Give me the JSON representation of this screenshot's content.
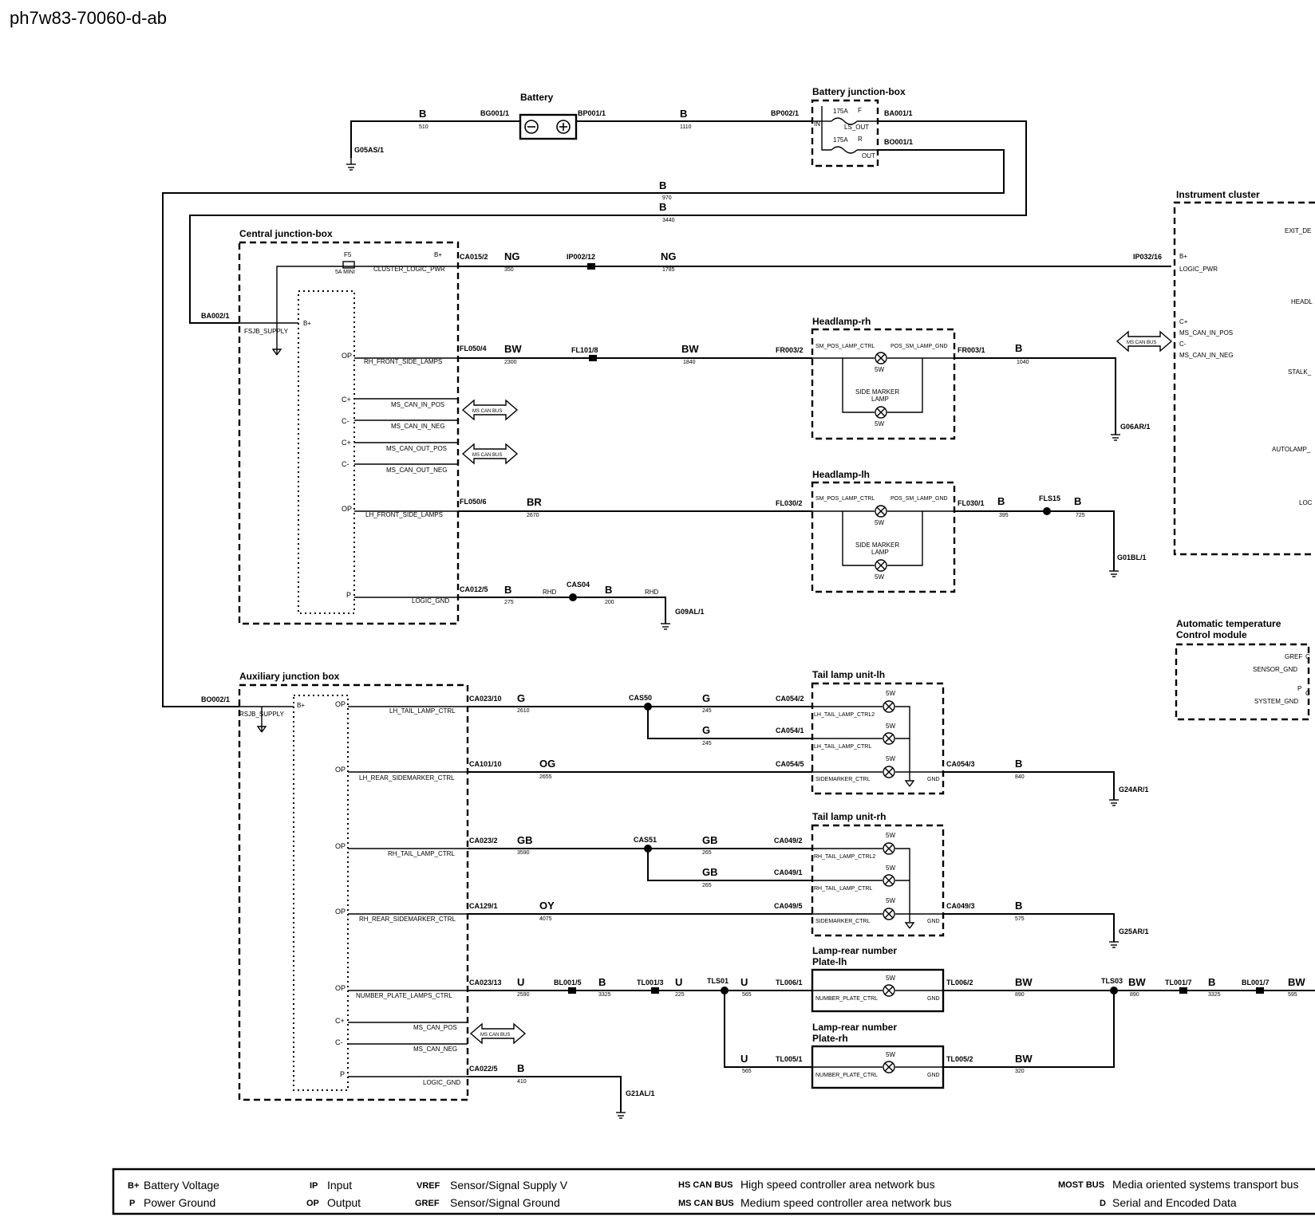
{
  "doc_id": "ph7w83-70060-d-ab",
  "components": {
    "battery": "Battery",
    "battery_jb": "Battery junction-box",
    "central_jb": "Central junction-box",
    "aux_jb": "Auxiliary junction box",
    "instrument_cluster": "Instrument cluster",
    "headlamp_rh": "Headlamp-rh",
    "headlamp_lh": "Headlamp-lh",
    "tail_lh": "Tail lamp unit-lh",
    "tail_rh": "Tail lamp unit-rh",
    "plate_lh_1": "Lamp-rear number",
    "plate_lh_2": "Plate-lh",
    "plate_rh_1": "Lamp-rear number",
    "plate_rh_2": "Plate-rh",
    "atcm_1": "Automatic temperature",
    "atcm_2": "Control module"
  },
  "battery_jb": {
    "fuse_rating_1": "175A",
    "fuse_rating_2": "175A",
    "f": "F",
    "r": "R",
    "in": "IN",
    "ls_out": "LS_OUT",
    "out": "OUT"
  },
  "central_jb": {
    "fuse": "F5",
    "fuse_rating": "5A MINI",
    "bplus": "B+",
    "bplus2": "B+",
    "cluster_logic_pwr": "CLUSTER_LOGIC_PWR",
    "fsjb_supply": "FSJB_SUPPLY",
    "op": "OP",
    "op2": "OP",
    "cp1": "C+",
    "cm1": "C-",
    "cp2": "C+",
    "cm2": "C-",
    "p": "P",
    "rh_front_side": "RH_FRONT_SIDE_LAMPS",
    "ms_can_in_pos": "MS_CAN_IN_POS",
    "ms_can_in_neg": "MS_CAN_IN_NEG",
    "ms_can_out_pos": "MS_CAN_OUT_POS",
    "ms_can_out_neg": "MS_CAN_OUT_NEG",
    "lh_front_side": "LH_FRONT_SIDE_LAMPS",
    "logic_gnd": "LOGIC_GND"
  },
  "aux_jb": {
    "rsjb_supply": "RSJB_SUPPLY",
    "bplus": "B+",
    "op1": "OP",
    "op2": "OP",
    "op3": "OP",
    "op4": "OP",
    "op5": "OP",
    "cp": "C+",
    "cm": "C-",
    "p": "P",
    "lh_tail": "LH_TAIL_LAMP_CTRL",
    "lh_rear_sm": "LH_REAR_SIDEMARKER_CTRL",
    "rh_tail": "RH_TAIL_LAMP_CTRL",
    "rh_rear_sm": "RH_REAR_SIDEMARKER_CTRL",
    "number_plate": "NUMBER_PLATE_LAMPS_CTRL",
    "ms_can_pos": "MS_CAN_POS",
    "ms_can_neg": "MS_CAN_NEG",
    "logic_gnd": "LOGIC_GND"
  },
  "cluster": {
    "bplus": "B+",
    "logic_pwr": "LOGIC_PWR",
    "cp": "C+",
    "cm": "C-",
    "ms_can_in_pos": "MS_CAN_IN_POS",
    "ms_can_in_neg": "MS_CAN_IN_NEG",
    "exit_d": "EXIT_DE",
    "headl": "HEADL",
    "stalk": "STALK_",
    "autolamp": "AUTOLAMP_",
    "loc": "LOC"
  },
  "atcm": {
    "gref": "GREF",
    "sensor_gnd": "SENSOR_GND",
    "p": "P",
    "system_gnd": "SYSTEM_GND",
    "c1": "C",
    "c2": "C"
  },
  "headlamp": {
    "sm_pos_ctrl": "SM_POS_LAMP_CTRL",
    "pos_sm_gnd": "POS_SM_LAMP_GND",
    "side_marker": "SIDE MARKER",
    "lamp": "LAMP",
    "watt": "5W",
    "sm_pos_ctrl_lh": "SM_POS_LAMP_CTRL",
    "pos_sm_gnd_lh": "POS_SM_LAMP_GND",
    "side_marker_lh": "SIDE MARKER",
    "lamp_lh": "LAMP",
    "w1": "5W",
    "w2": "5W",
    "w3": "5W",
    "w4": "5W"
  },
  "tail": {
    "lh_ctrl2": "LH_TAIL_LAMP_CTRL2",
    "lh_ctrl": "LH_TAIL_LAMP_CTRL",
    "sm_ctrl_lh": "SIDEMARKER_CTRL",
    "gnd_lh": "GND",
    "rh_ctrl2": "RH_TAIL_LAMP_CTRL2",
    "rh_ctrl": "RH_TAIL_LAMP_CTRL",
    "sm_ctrl_rh": "SIDEMARKER_CTRL",
    "gnd_rh": "GND",
    "w1": "5W",
    "w2": "5W",
    "w3": "5W",
    "w4": "5W",
    "w5": "5W",
    "w6": "5W"
  },
  "plate": {
    "ctrl_lh": "NUMBER_PLATE_CTRL",
    "gnd_lh": "GND",
    "ctrl_rh": "NUMBER_PLATE_CTRL",
    "gnd_rh": "GND",
    "w1": "5W",
    "w2": "5W"
  },
  "can_bus": [
    "MS CAN BUS",
    "MS CAN BUS",
    "MS CAN BUS",
    "MS CAN BUS"
  ],
  "connectors": {
    "bg001": "BG001/1",
    "bp001": "BP001/1",
    "bp002": "BP002/1",
    "ba001": "BA001/1",
    "bo001": "BO001/1",
    "g05as": "G05AS/1",
    "ba002": "BA002/1",
    "bo002": "BO002/1",
    "ca015": "CA015/2",
    "ip002": "IP002/12",
    "ip032": "IP032/16",
    "fl050_4": "FL050/4",
    "fl101": "FL101/8",
    "fr003_2": "FR003/2",
    "fr003_1": "FR003/1",
    "g06ar": "G06AR/1",
    "fl050_6": "FL050/6",
    "fl030_2": "FL030/2",
    "fl030_1": "FL030/1",
    "fls15": "FLS15",
    "g01bl": "G01BL/1",
    "ca012": "CA012/5",
    "cas04": "CAS04",
    "g09al": "G09AL/1",
    "ca023_10": "CA023/10",
    "cas50": "CAS50",
    "ca054_2": "CA054/2",
    "ca054_1": "CA054/1",
    "ca101": "CA101/10",
    "ca054_5": "CA054/5",
    "ca054_3": "CA054/3",
    "g24ar": "G24AR/1",
    "ca023_2": "CA023/2",
    "cas51": "CAS51",
    "ca049_2": "CA049/2",
    "ca049_1": "CA049/1",
    "ca129": "CA129/1",
    "ca049_5": "CA049/5",
    "ca049_3": "CA049/3",
    "g25ar": "G25AR/1",
    "ca023_13": "CA023/13",
    "bl001_5": "BL001/5",
    "tl001_3": "TL001/3",
    "tls01": "TLS01",
    "tl006_1": "TL006/1",
    "tl006_2": "TL006/2",
    "tls03": "TLS03",
    "tl001_7": "TL001/7",
    "bl001_7": "BL001/7",
    "tl005_1": "TL005/1",
    "tl005_2": "TL005/2",
    "ca022": "CA022/5",
    "g21al": "G21AL/1"
  },
  "wires": {
    "b510": {
      "c": "B",
      "n": "510"
    },
    "b1110": {
      "c": "B",
      "n": "1110"
    },
    "b970": {
      "c": "B",
      "n": "970"
    },
    "b3440": {
      "c": "B",
      "n": "3440"
    },
    "ng350": {
      "c": "NG",
      "n": "350"
    },
    "ng1785": {
      "c": "NG",
      "n": "1785"
    },
    "bw2300": {
      "c": "BW",
      "n": "2300"
    },
    "bw1840": {
      "c": "BW",
      "n": "1840"
    },
    "b1040": {
      "c": "B",
      "n": "1040"
    },
    "br2670": {
      "c": "BR",
      "n": "2670"
    },
    "b395": {
      "c": "B",
      "n": "395"
    },
    "b725": {
      "c": "B",
      "n": "725"
    },
    "b275": {
      "c": "B",
      "n": "275",
      "r": "RHD"
    },
    "b200": {
      "c": "B",
      "n": "200",
      "r": "RHD"
    },
    "g2610": {
      "c": "G",
      "n": "2610"
    },
    "g245a": {
      "c": "G",
      "n": "245"
    },
    "g245b": {
      "c": "G",
      "n": "245"
    },
    "og2655": {
      "c": "OG",
      "n": "2655"
    },
    "b840": {
      "c": "B",
      "n": "840"
    },
    "gb3590": {
      "c": "GB",
      "n": "3590"
    },
    "gb265a": {
      "c": "GB",
      "n": "265"
    },
    "gb265b": {
      "c": "GB",
      "n": "265"
    },
    "oy4075": {
      "c": "OY",
      "n": "4075"
    },
    "b575": {
      "c": "B",
      "n": "575"
    },
    "u2590": {
      "c": "U",
      "n": "2590"
    },
    "b3325a": {
      "c": "B",
      "n": "3325"
    },
    "u225": {
      "c": "U",
      "n": "225"
    },
    "u565a": {
      "c": "U",
      "n": "565"
    },
    "bw890": {
      "c": "BW",
      "n": "890"
    },
    "bw890b": {
      "c": "BW",
      "n": "890"
    },
    "b3325b": {
      "c": "B",
      "n": "3325"
    },
    "bw595": {
      "c": "BW",
      "n": "595"
    },
    "u565b": {
      "c": "U",
      "n": "565"
    },
    "bw320": {
      "c": "BW",
      "n": "320"
    },
    "b410": {
      "c": "B",
      "n": "410"
    }
  },
  "legend": {
    "bplus_k": "B+",
    "bplus_v": "Battery Voltage",
    "p_k": "P",
    "p_v": "Power Ground",
    "ip_k": "IP",
    "ip_v": "Input",
    "op_k": "OP",
    "op_v": "Output",
    "vref_k": "VREF",
    "vref_v": "Sensor/Signal Supply V",
    "gref_k": "GREF",
    "gref_v": "Sensor/Signal Ground",
    "hs_k": "HS CAN BUS",
    "hs_v": "High speed controller area network bus",
    "ms_k": "MS CAN BUS",
    "ms_v": "Medium speed controller area network bus",
    "most_k": "MOST BUS",
    "most_v": "Media oriented systems transport bus",
    "d_k": "D",
    "d_v": "Serial and Encoded Data"
  }
}
